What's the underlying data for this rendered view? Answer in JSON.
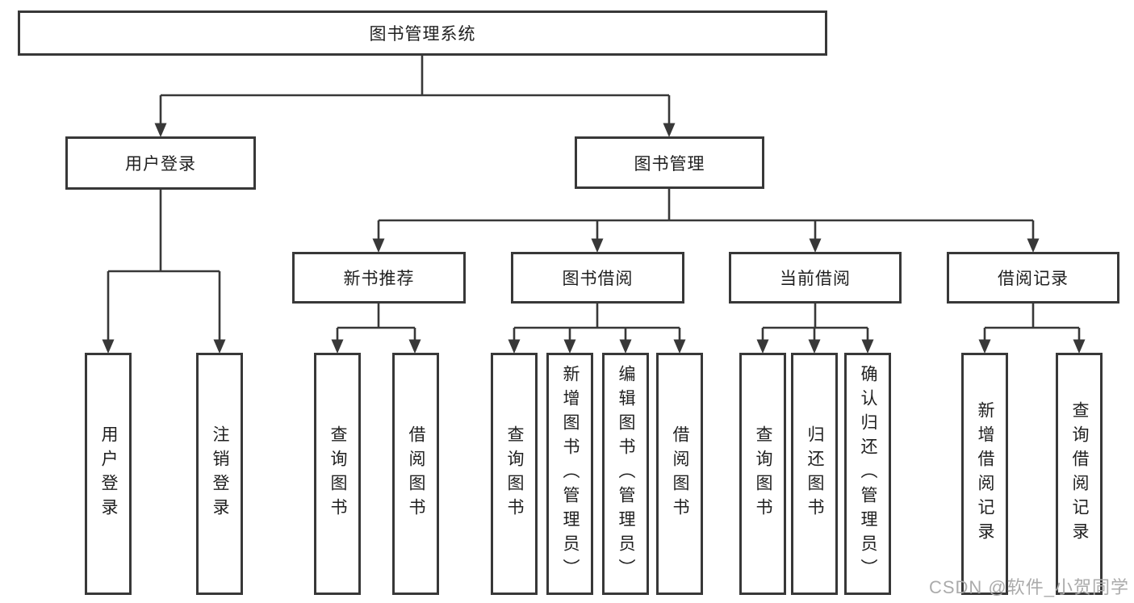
{
  "diagram": {
    "title": "图书管理系统",
    "type": "tree-structure-diagram",
    "colors": {
      "line": "#383838",
      "box_border": "#383838",
      "box_fill": "#ffffff",
      "text": "#1f1f1f",
      "background": "#ffffff",
      "watermark": "#ababab"
    },
    "nodes": {
      "root": {
        "label": "图书管理系统"
      },
      "user_login": {
        "label": "用户登录"
      },
      "book_mgmt": {
        "label": "图书管理"
      },
      "login": {
        "label": "用户登录"
      },
      "logout": {
        "label": "注销登录"
      },
      "new_book_rec": {
        "label": "新书推荐"
      },
      "book_borrow": {
        "label": "图书借阅"
      },
      "current_borrow": {
        "label": "当前借阅"
      },
      "borrow_records": {
        "label": "借阅记录"
      },
      "rec_query": {
        "label": "查询图书"
      },
      "rec_borrow": {
        "label": "借阅图书"
      },
      "bb_query": {
        "label": "查询图书"
      },
      "bb_add": {
        "label": "新增图书（管理员）"
      },
      "bb_edit": {
        "label": "编辑图书（管理员）"
      },
      "bb_borrow": {
        "label": "借阅图书"
      },
      "cb_query": {
        "label": "查询图书"
      },
      "cb_return": {
        "label": "归还图书"
      },
      "cb_confirm": {
        "label": "确认归还（管理员）"
      },
      "br_add": {
        "label": "新增借阅记录"
      },
      "br_query": {
        "label": "查询借阅记录"
      }
    },
    "edges": [
      {
        "from": "root",
        "to": "user_login"
      },
      {
        "from": "root",
        "to": "book_mgmt"
      },
      {
        "from": "user_login",
        "to": "login"
      },
      {
        "from": "user_login",
        "to": "logout"
      },
      {
        "from": "book_mgmt",
        "to": "new_book_rec"
      },
      {
        "from": "book_mgmt",
        "to": "book_borrow"
      },
      {
        "from": "book_mgmt",
        "to": "current_borrow"
      },
      {
        "from": "book_mgmt",
        "to": "borrow_records"
      },
      {
        "from": "new_book_rec",
        "to": "rec_query"
      },
      {
        "from": "new_book_rec",
        "to": "rec_borrow"
      },
      {
        "from": "book_borrow",
        "to": "bb_query"
      },
      {
        "from": "book_borrow",
        "to": "bb_add"
      },
      {
        "from": "book_borrow",
        "to": "bb_edit"
      },
      {
        "from": "book_borrow",
        "to": "bb_borrow"
      },
      {
        "from": "current_borrow",
        "to": "cb_query"
      },
      {
        "from": "current_borrow",
        "to": "cb_return"
      },
      {
        "from": "current_borrow",
        "to": "cb_confirm"
      },
      {
        "from": "borrow_records",
        "to": "br_add"
      },
      {
        "from": "borrow_records",
        "to": "br_query"
      }
    ],
    "watermark": "CSDN @软件_小贺同学"
  }
}
